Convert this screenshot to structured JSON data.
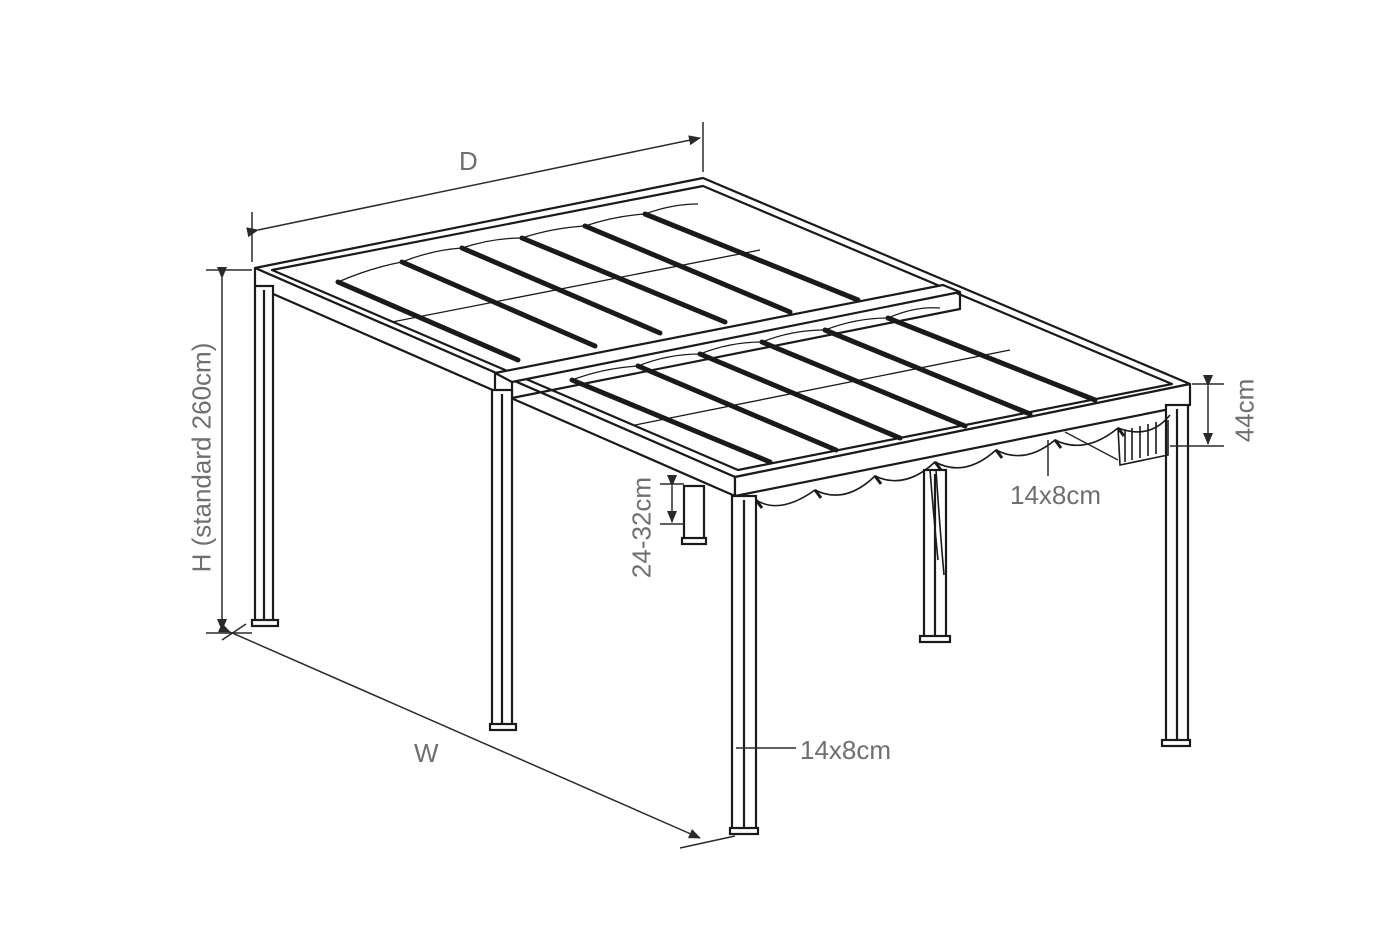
{
  "labels": {
    "depth": "D",
    "width": "W",
    "height": "H (standard 260cm)",
    "beam_height": "44cm",
    "post_size_top": "14x8cm",
    "post_size_bottom": "14x8cm",
    "gutter_height": "24-32cm"
  },
  "colors": {
    "line": "#1a1a1a",
    "dimension": "#6f6f6f",
    "background": "#ffffff"
  }
}
